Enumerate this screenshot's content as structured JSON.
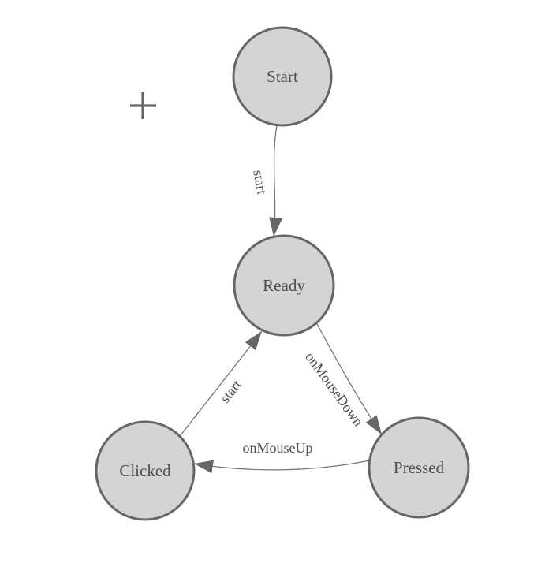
{
  "diagram": {
    "type": "state-machine",
    "nodes": [
      {
        "id": "start",
        "label": "Start"
      },
      {
        "id": "ready",
        "label": "Ready"
      },
      {
        "id": "clicked",
        "label": "Clicked"
      },
      {
        "id": "pressed",
        "label": "Pressed"
      }
    ],
    "edges": [
      {
        "from": "start",
        "to": "ready",
        "label": "start"
      },
      {
        "from": "clicked",
        "to": "ready",
        "label": "start"
      },
      {
        "from": "ready",
        "to": "pressed",
        "label": "onMouseDown"
      },
      {
        "from": "pressed",
        "to": "clicked",
        "label": "onMouseUp"
      }
    ],
    "colors": {
      "node_fill": "#d4d4d4",
      "node_border": "#666666",
      "edge_line": "#757575",
      "arrowhead": "#666666",
      "label_text": "#4d4d4d",
      "background": "#ffffff"
    },
    "cursor": {
      "type": "crosshair-plus"
    }
  }
}
